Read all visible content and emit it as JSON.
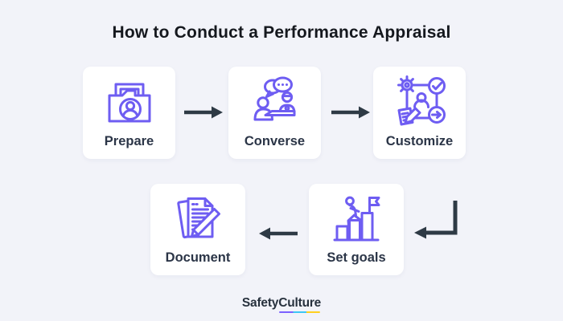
{
  "title": "How to Conduct a Performance Appraisal",
  "steps": [
    {
      "label": "Prepare",
      "icon": "folder-profile-icon"
    },
    {
      "label": "Converse",
      "icon": "conversation-icon"
    },
    {
      "label": "Customize",
      "icon": "customize-workflow-icon"
    },
    {
      "label": "Set goals",
      "icon": "goal-flag-icon"
    },
    {
      "label": "Document",
      "icon": "document-pencil-icon"
    }
  ],
  "flow_arrows": [
    {
      "name": "prepare-to-converse",
      "direction": "right"
    },
    {
      "name": "converse-to-customize",
      "direction": "right"
    },
    {
      "name": "customize-to-set-goals",
      "direction": "down-then-left"
    },
    {
      "name": "set-goals-to-document",
      "direction": "left"
    }
  ],
  "footer": {
    "brand_part1": "Safety",
    "brand_part2": "Culture"
  },
  "colors": {
    "background": "#F2F3F9",
    "card": "#FFFFFF",
    "icon_purple": "#6E5DF2",
    "arrow_dark": "#2E3A45",
    "title_text": "#15181E",
    "label_text": "#2B3547",
    "brand_text": "#27313D",
    "brand_underline": [
      "#7B61FF",
      "#3EC6F5",
      "#FFD020"
    ]
  }
}
